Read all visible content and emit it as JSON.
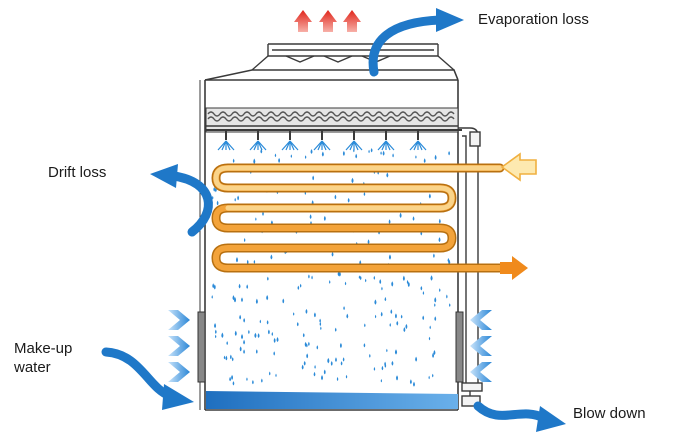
{
  "labels": {
    "evaporation_loss": "Evaporation loss",
    "drift_loss": "Drift loss",
    "makeup_line1": "Make-up",
    "makeup_line2": "water",
    "blow_down": "Blow down"
  },
  "colors": {
    "outline": "#3a3a3a",
    "flow_arrow": "#1f78c8",
    "droplet": "#2a8ad8",
    "hot_air": "#e02a1e",
    "coil_light": "#f7d27a",
    "coil_dark": "#f08a1c",
    "water": "#3a86d0"
  },
  "icons": {
    "evaporation": "curved-arrow-icon",
    "drift": "curved-arrow-icon",
    "makeup": "curved-arrow-icon",
    "blowdown": "curved-arrow-icon",
    "hot_air": "up-arrow-icon",
    "coil_in": "left-arrow-icon",
    "coil_out": "right-arrow-icon",
    "air_inlet": "chevron-arrow-icon"
  }
}
